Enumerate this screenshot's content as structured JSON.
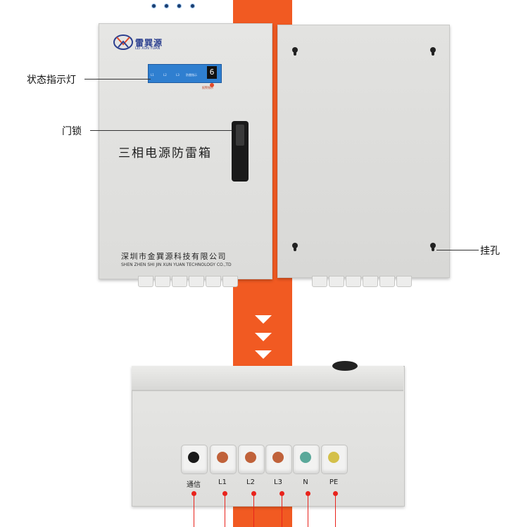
{
  "front_box": {
    "logo_cn": "雷巽源",
    "logo_en": "LEI XUN YUAN",
    "panel_labels": [
      "L1",
      "L2",
      "L3",
      "防雷指示"
    ],
    "counter": "6",
    "alarm_label": "报警指示",
    "title": "三相电源防雷箱",
    "company_cn": "深圳市金巽源科技有限公司",
    "company_en": "SHEN ZHEN SHI JIN XUN YUAN TECHNOLOGY CO.,TD"
  },
  "callouts": {
    "status_light": "状态指示灯",
    "door_lock": "门锁",
    "hang_hole": "挂孔"
  },
  "terminals": [
    {
      "label": "通信",
      "core_color": "#1a1a1a"
    },
    {
      "label": "L1",
      "core_color": "#c0623a"
    },
    {
      "label": "L2",
      "core_color": "#c0623a"
    },
    {
      "label": "L3",
      "core_color": "#c0623a"
    },
    {
      "label": "N",
      "core_color": "#5aa89a"
    },
    {
      "label": "PE",
      "core_color": "#d4c04a"
    }
  ],
  "colors": {
    "accent_orange": "#f15a22",
    "marker_red": "#e8231c",
    "panel_blue": "#2f7fd0"
  }
}
